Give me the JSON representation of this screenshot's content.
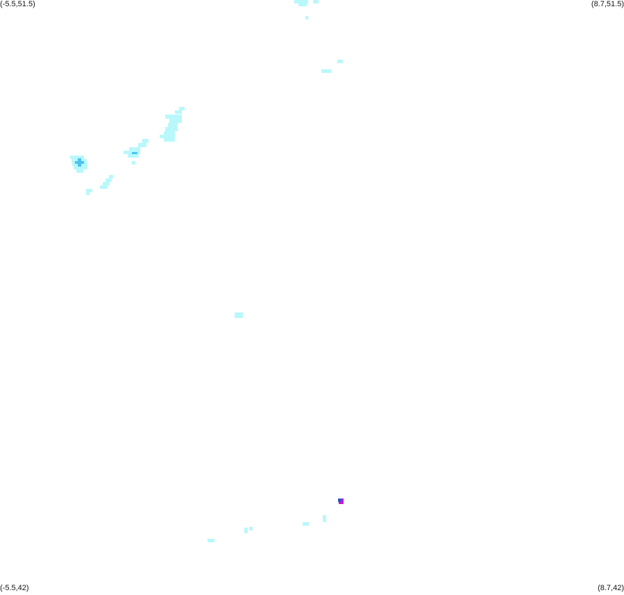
{
  "map": {
    "corners": {
      "top_left": "(-5.5,51.5)",
      "top_right": "(8.7,51.5)",
      "bottom_left": "(-5.5,42)",
      "bottom_right": "(8.7,42)"
    },
    "colors": {
      "background": "#ffffff",
      "light_cyan": "#b8f8fb",
      "mid_cyan": "#8fe9f5",
      "blue": "#4cc3ef",
      "deep_blue": "#2a58c8",
      "magenta": "#c21ccf"
    }
  }
}
